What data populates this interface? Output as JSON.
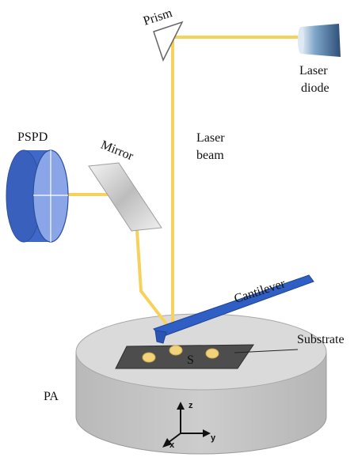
{
  "labels": {
    "prism": "Prism",
    "laser_diode_line1": "Laser",
    "laser_diode_line2": "diode",
    "pspd": "PSPD",
    "mirror": "Mirror",
    "laser_beam_line1": "Laser",
    "laser_beam_line2": "beam",
    "cantilever": "Cantilever",
    "substrate": "Substrate",
    "sample": "S",
    "pa": "PA",
    "axis_z": "z",
    "axis_y": "y",
    "axis_x": "x"
  },
  "colors": {
    "beam": "#f7d25a",
    "pspd_body": "#3f68c8",
    "pspd_face": "#8aa6e8",
    "cantilever": "#2f5fc4",
    "stage_side": "#c6c6c6",
    "stage_top": "#dcdcdc",
    "substrate": "#4a4a4a",
    "sample_dot": "#f2d27a"
  },
  "icons": {
    "prism": "triangle-prism-icon",
    "laser_diode": "cylinder-laser-icon",
    "pspd": "photodetector-disc-icon",
    "mirror": "mirror-plate-icon",
    "axes": "xyz-axes-icon"
  }
}
